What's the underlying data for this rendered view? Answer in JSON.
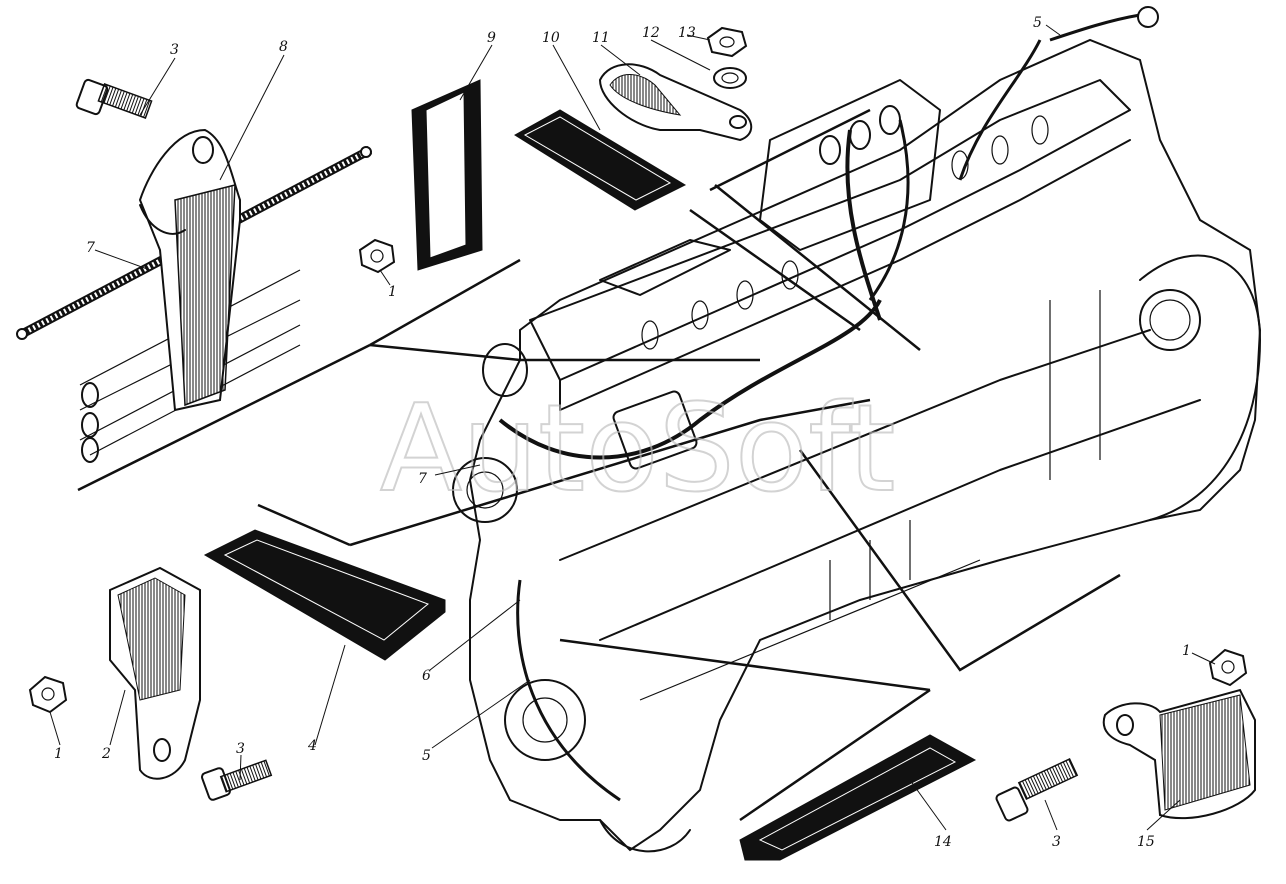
{
  "diagram": {
    "watermark": "AutoSoft",
    "labels": {
      "l1a": "1",
      "l1b": "1",
      "l1c": "1",
      "l2": "2",
      "l3a": "3",
      "l3b": "3",
      "l3c": "3",
      "l4": "4",
      "l5a": "5",
      "l5b": "5",
      "l6": "6",
      "l7a": "7",
      "l7b": "7",
      "l8": "8",
      "l9": "9",
      "l10": "10",
      "l11": "11",
      "l12": "12",
      "l13": "13",
      "l14": "14",
      "l15": "15"
    }
  }
}
